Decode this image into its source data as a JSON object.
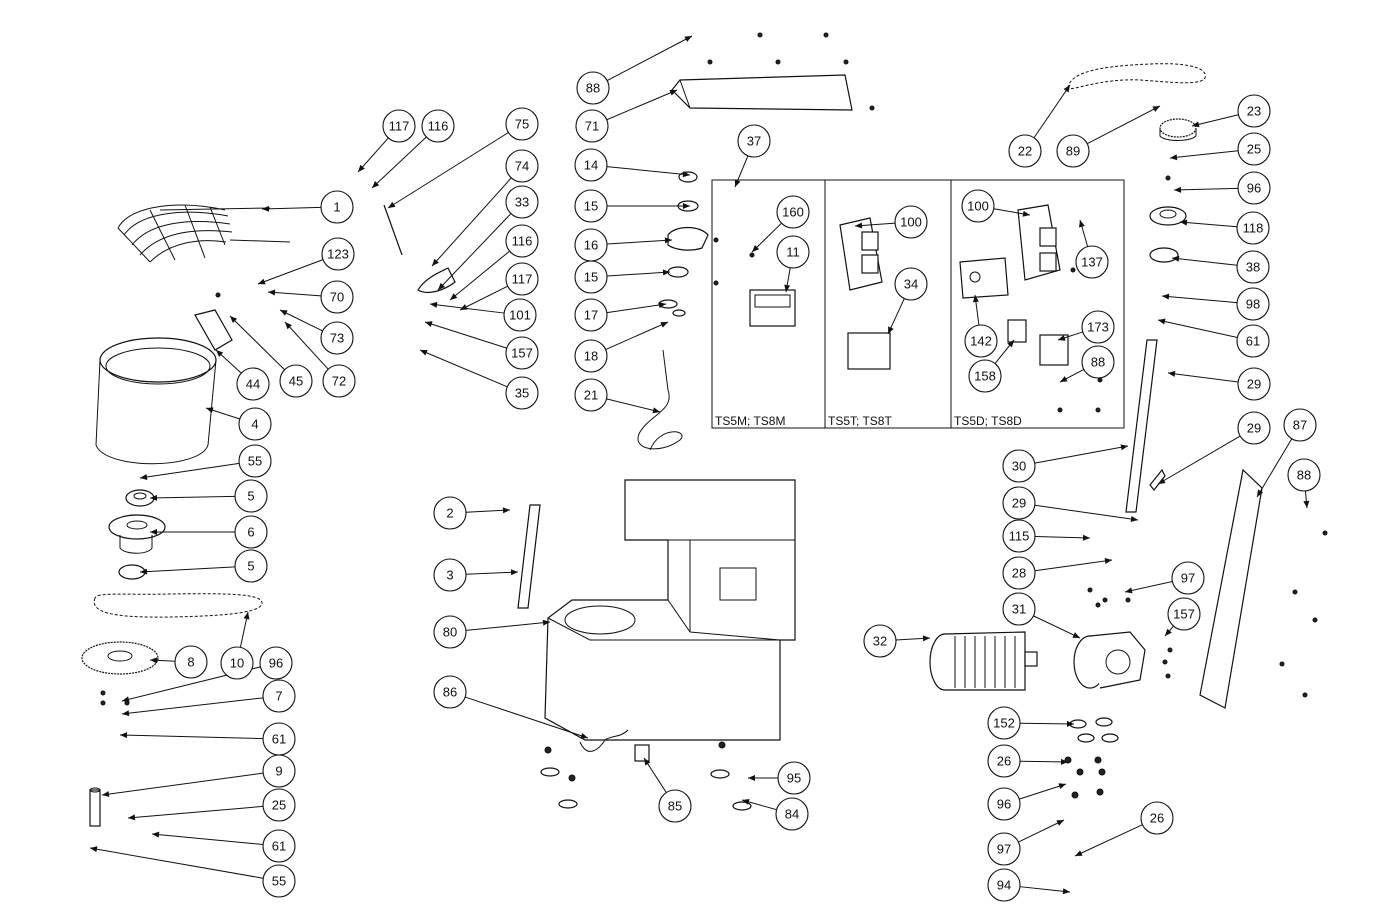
{
  "diagram": {
    "type": "exploded-parts-view",
    "variant_boxes": [
      {
        "id": "m",
        "label": "TS5M; TS8M"
      },
      {
        "id": "t",
        "label": "TS5T; TS8T"
      },
      {
        "id": "d",
        "label": "TS5D; TS8D"
      }
    ],
    "callouts": [
      "117",
      "116",
      "1",
      "123",
      "70",
      "73",
      "72",
      "45",
      "44",
      "4",
      "55",
      "5",
      "6",
      "5b",
      "10",
      "8",
      "96",
      "7",
      "61",
      "9",
      "25",
      "61b",
      "55b",
      "75",
      "74",
      "33",
      "116b",
      "117b",
      "101",
      "157",
      "35",
      "88",
      "71",
      "14",
      "37",
      "15",
      "16",
      "15b",
      "17",
      "18",
      "21",
      "2",
      "3",
      "80",
      "86",
      "85",
      "95",
      "84",
      "160",
      "11",
      "100",
      "34",
      "100b",
      "137",
      "142",
      "173",
      "158",
      "88b",
      "22",
      "89",
      "23",
      "25b",
      "96b",
      "118",
      "38",
      "98",
      "61c",
      "29",
      "29b",
      "87",
      "88c",
      "30",
      "29c",
      "115",
      "28",
      "97",
      "157b",
      "32",
      "31",
      "152",
      "26",
      "96c",
      "97b",
      "26b",
      "94"
    ],
    "callout_text": {
      "117": "117",
      "116": "116",
      "1": "1",
      "123": "123",
      "70": "70",
      "73": "73",
      "72": "72",
      "45": "45",
      "44": "44",
      "4": "4",
      "55": "55",
      "5": "5",
      "6": "6",
      "5b": "5",
      "10": "10",
      "8": "8",
      "96": "96",
      "7": "7",
      "61": "61",
      "9": "9",
      "25": "25",
      "61b": "61",
      "55b": "55",
      "75": "75",
      "74": "74",
      "33": "33",
      "116b": "116",
      "117b": "117",
      "101": "101",
      "157": "157",
      "35": "35",
      "88": "88",
      "71": "71",
      "14": "14",
      "37": "37",
      "15": "15",
      "16": "16",
      "15b": "15",
      "17": "17",
      "18": "18",
      "21": "21",
      "2": "2",
      "3": "3",
      "80": "80",
      "86": "86",
      "85": "85",
      "95": "95",
      "84": "84",
      "160": "160",
      "11": "11",
      "100": "100",
      "34": "34",
      "100b": "100",
      "137": "137",
      "142": "142",
      "173": "173",
      "158": "158",
      "88b": "88",
      "22": "22",
      "89": "89",
      "23": "23",
      "25b": "25",
      "96b": "96",
      "118": "118",
      "38": "38",
      "98": "98",
      "61c": "61",
      "29": "29",
      "29b": "29",
      "87": "87",
      "88c": "88",
      "30": "30",
      "29c": "29",
      "115": "115",
      "28": "28",
      "97": "97",
      "157b": "157",
      "32": "32",
      "31": "31",
      "152": "152",
      "26": "26",
      "96c": "96",
      "97b": "97",
      "26b": "26",
      "94": "94"
    }
  }
}
